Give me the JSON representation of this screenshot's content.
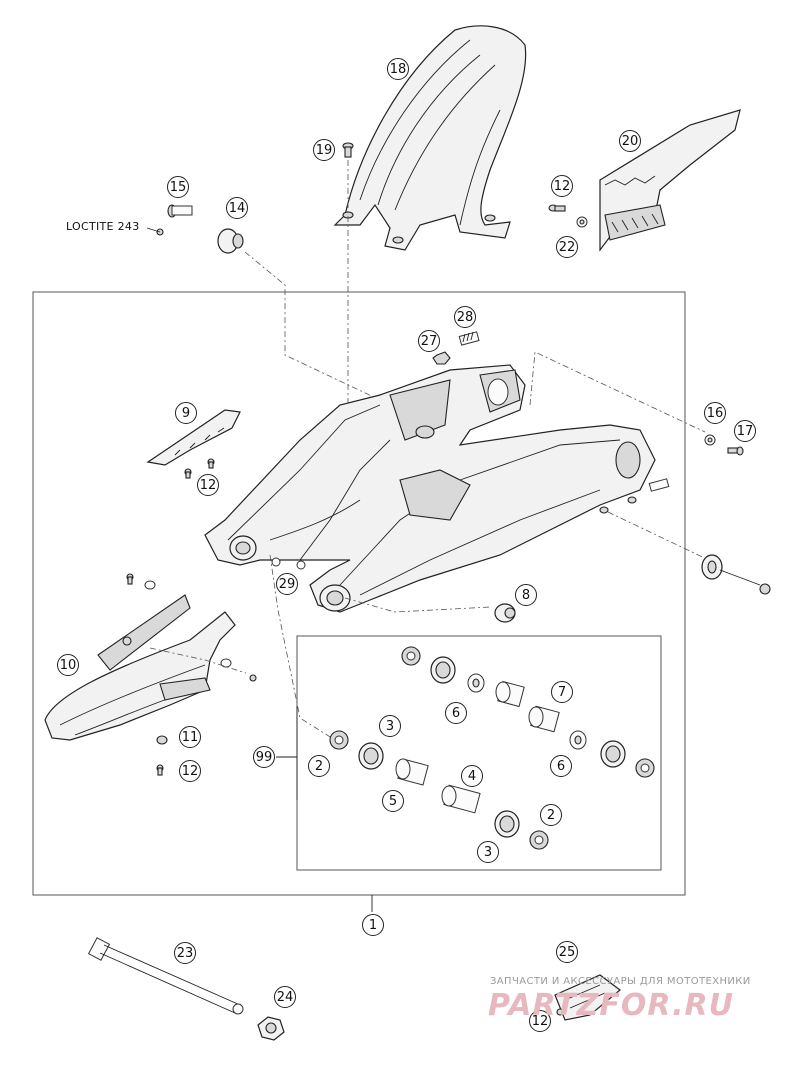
{
  "diagram": {
    "callouts": [
      {
        "id": "c18",
        "label": "18"
      },
      {
        "id": "c19",
        "label": "19"
      },
      {
        "id": "c20",
        "label": "20"
      },
      {
        "id": "c12a",
        "label": "12"
      },
      {
        "id": "c22",
        "label": "22"
      },
      {
        "id": "c15",
        "label": "15"
      },
      {
        "id": "c14",
        "label": "14"
      },
      {
        "id": "c28",
        "label": "28"
      },
      {
        "id": "c27",
        "label": "27"
      },
      {
        "id": "c9",
        "label": "9"
      },
      {
        "id": "c12b",
        "label": "12"
      },
      {
        "id": "c16",
        "label": "16"
      },
      {
        "id": "c17",
        "label": "17"
      },
      {
        "id": "c29",
        "label": "29"
      },
      {
        "id": "c8",
        "label": "8"
      },
      {
        "id": "c10",
        "label": "10"
      },
      {
        "id": "c7",
        "label": "7"
      },
      {
        "id": "c6a",
        "label": "6"
      },
      {
        "id": "c3a",
        "label": "3"
      },
      {
        "id": "c99",
        "label": "99"
      },
      {
        "id": "c2a",
        "label": "2"
      },
      {
        "id": "c11",
        "label": "11"
      },
      {
        "id": "c12c",
        "label": "12"
      },
      {
        "id": "c4",
        "label": "4"
      },
      {
        "id": "c5",
        "label": "5"
      },
      {
        "id": "c6b",
        "label": "6"
      },
      {
        "id": "c2b",
        "label": "2"
      },
      {
        "id": "c3b",
        "label": "3"
      },
      {
        "id": "c1",
        "label": "1"
      },
      {
        "id": "c23",
        "label": "23"
      },
      {
        "id": "c25",
        "label": "25"
      },
      {
        "id": "c24",
        "label": "24"
      },
      {
        "id": "c12d",
        "label": "12"
      }
    ],
    "loctite_note": "LOCTITE 243",
    "watermark": {
      "tagline": "ЗАПЧАСТИ И АКСЕССУАРЫ ДЛЯ МОТОТЕХНИКИ",
      "logo": "PARTZFOR.RU"
    }
  }
}
